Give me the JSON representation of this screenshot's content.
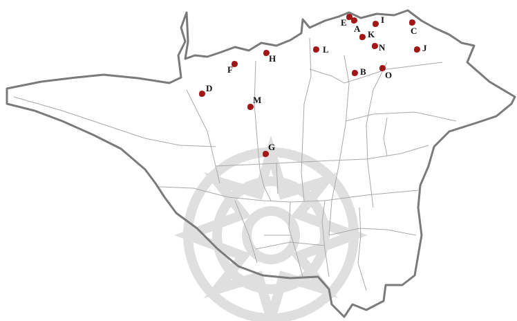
{
  "colors": {
    "boundary": "#7a7a7a",
    "district": "#9e9e9e",
    "marker": "#a31616",
    "watermark": "#dcdcdc"
  },
  "locations": [
    {
      "label": "E",
      "lon": 505,
      "lat": 25
    },
    {
      "label": "A",
      "lon": 512,
      "lat": 30
    },
    {
      "label": "I",
      "lon": 543,
      "lat": 35
    },
    {
      "label": "C",
      "lon": 596,
      "lat": 33
    },
    {
      "label": "K",
      "lon": 524,
      "lat": 54
    },
    {
      "label": "L",
      "lon": 457,
      "lat": 72
    },
    {
      "label": "N",
      "lon": 542,
      "lat": 67
    },
    {
      "label": "J",
      "lon": 603,
      "lat": 72
    },
    {
      "label": "F",
      "lon": 339,
      "lat": 93
    },
    {
      "label": "H",
      "lon": 385,
      "lat": 77
    },
    {
      "label": "B",
      "lon": 513,
      "lat": 106
    },
    {
      "label": "O",
      "lon": 553,
      "lat": 99
    },
    {
      "label": "D",
      "lon": 292,
      "lat": 136
    },
    {
      "label": "M",
      "lon": 362,
      "lat": 155
    },
    {
      "label": "G",
      "lon": 384,
      "lat": 223
    }
  ]
}
